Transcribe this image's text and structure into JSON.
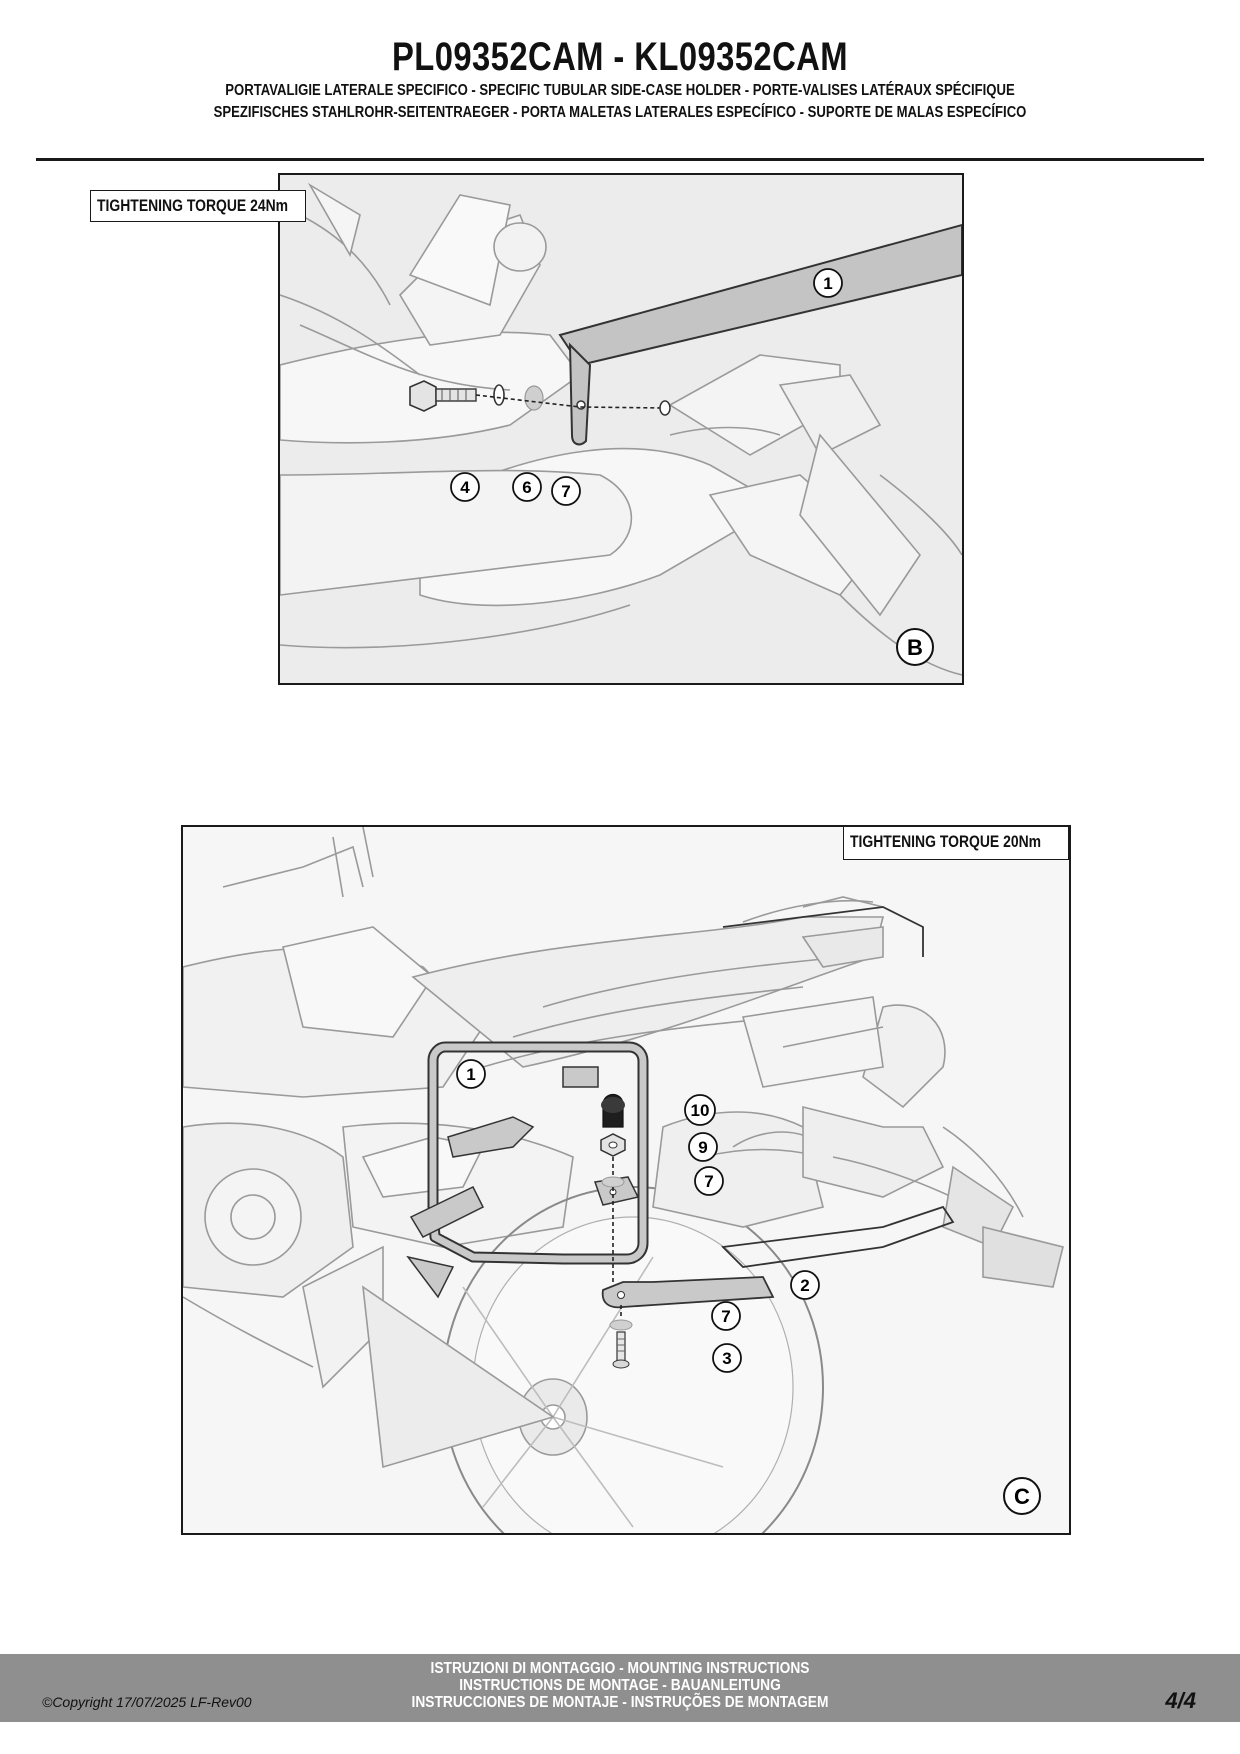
{
  "header": {
    "title": "PL09352CAM - KL09352CAM",
    "line1": "PORTAVALIGIE LATERALE SPECIFICO  -  SPECIFIC TUBULAR SIDE-CASE HOLDER  - PORTE-VALISES LATÉRAUX SPÉCIFIQUE",
    "line2": "SPEZIFISCHES STAHLROHR-SEITENTRAEGER - PORTA MALETAS LATERALES ESPECÍFICO - SUPORTE DE MALAS ESPECÍFICO"
  },
  "panel_b": {
    "torque_label": "TIGHTENING TORQUE 24Nm",
    "callouts": [
      "1",
      "4",
      "6",
      "7"
    ],
    "step_letter": "B"
  },
  "panel_c": {
    "torque_label": "TIGHTENING TORQUE 20Nm",
    "callouts": [
      "1",
      "10",
      "9",
      "7",
      "2",
      "7",
      "3"
    ],
    "step_letter": "C"
  },
  "footer": {
    "line1": "ISTRUZIONI DI MONTAGGIO  -  MOUNTING INSTRUCTIONS",
    "line2": "INSTRUCTIONS DE MONTAGE - BAUANLEITUNG",
    "line3": "INSTRUCCIONES DE MONTAJE - INSTRUÇÕES DE MONTAGEM",
    "copyright": "©Copyright 17/07/2025 LF-Rev00",
    "page": "4/4"
  }
}
